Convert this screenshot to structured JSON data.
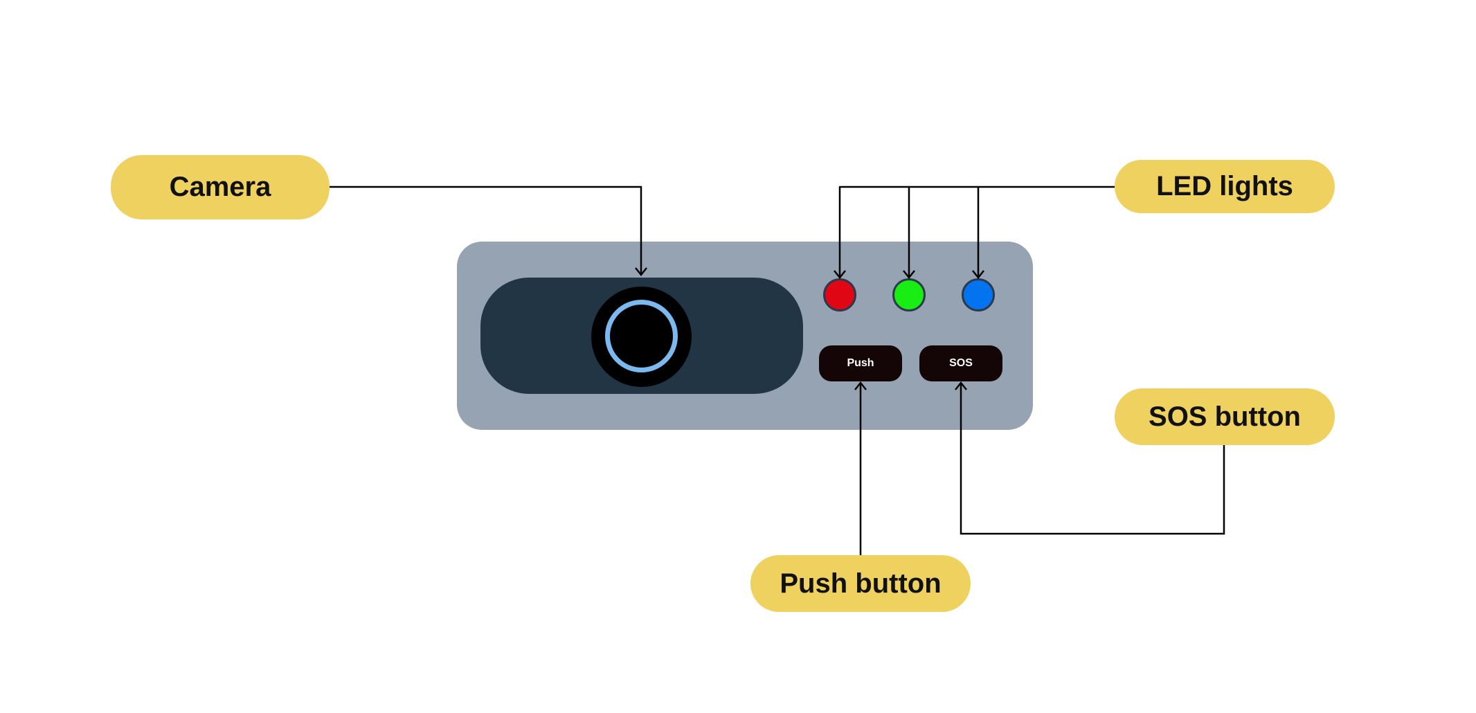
{
  "diagram": {
    "labels": {
      "camera": "Camera",
      "led_lights": "LED lights",
      "sos_button": "SOS button",
      "push_button": "Push button"
    },
    "device": {
      "push_label": "Push",
      "sos_label": "SOS"
    },
    "colors": {
      "callout_fill": "#efd160",
      "device_body": "#96a3b3",
      "camera_panel": "#223544",
      "lens_ring": "#7bbaf0",
      "led_red": "#e00613",
      "led_green": "#19ee14",
      "led_blue": "#0373ef",
      "button_fill": "#140606",
      "button_text": "#ffffff",
      "leader_line": "#000000"
    }
  }
}
